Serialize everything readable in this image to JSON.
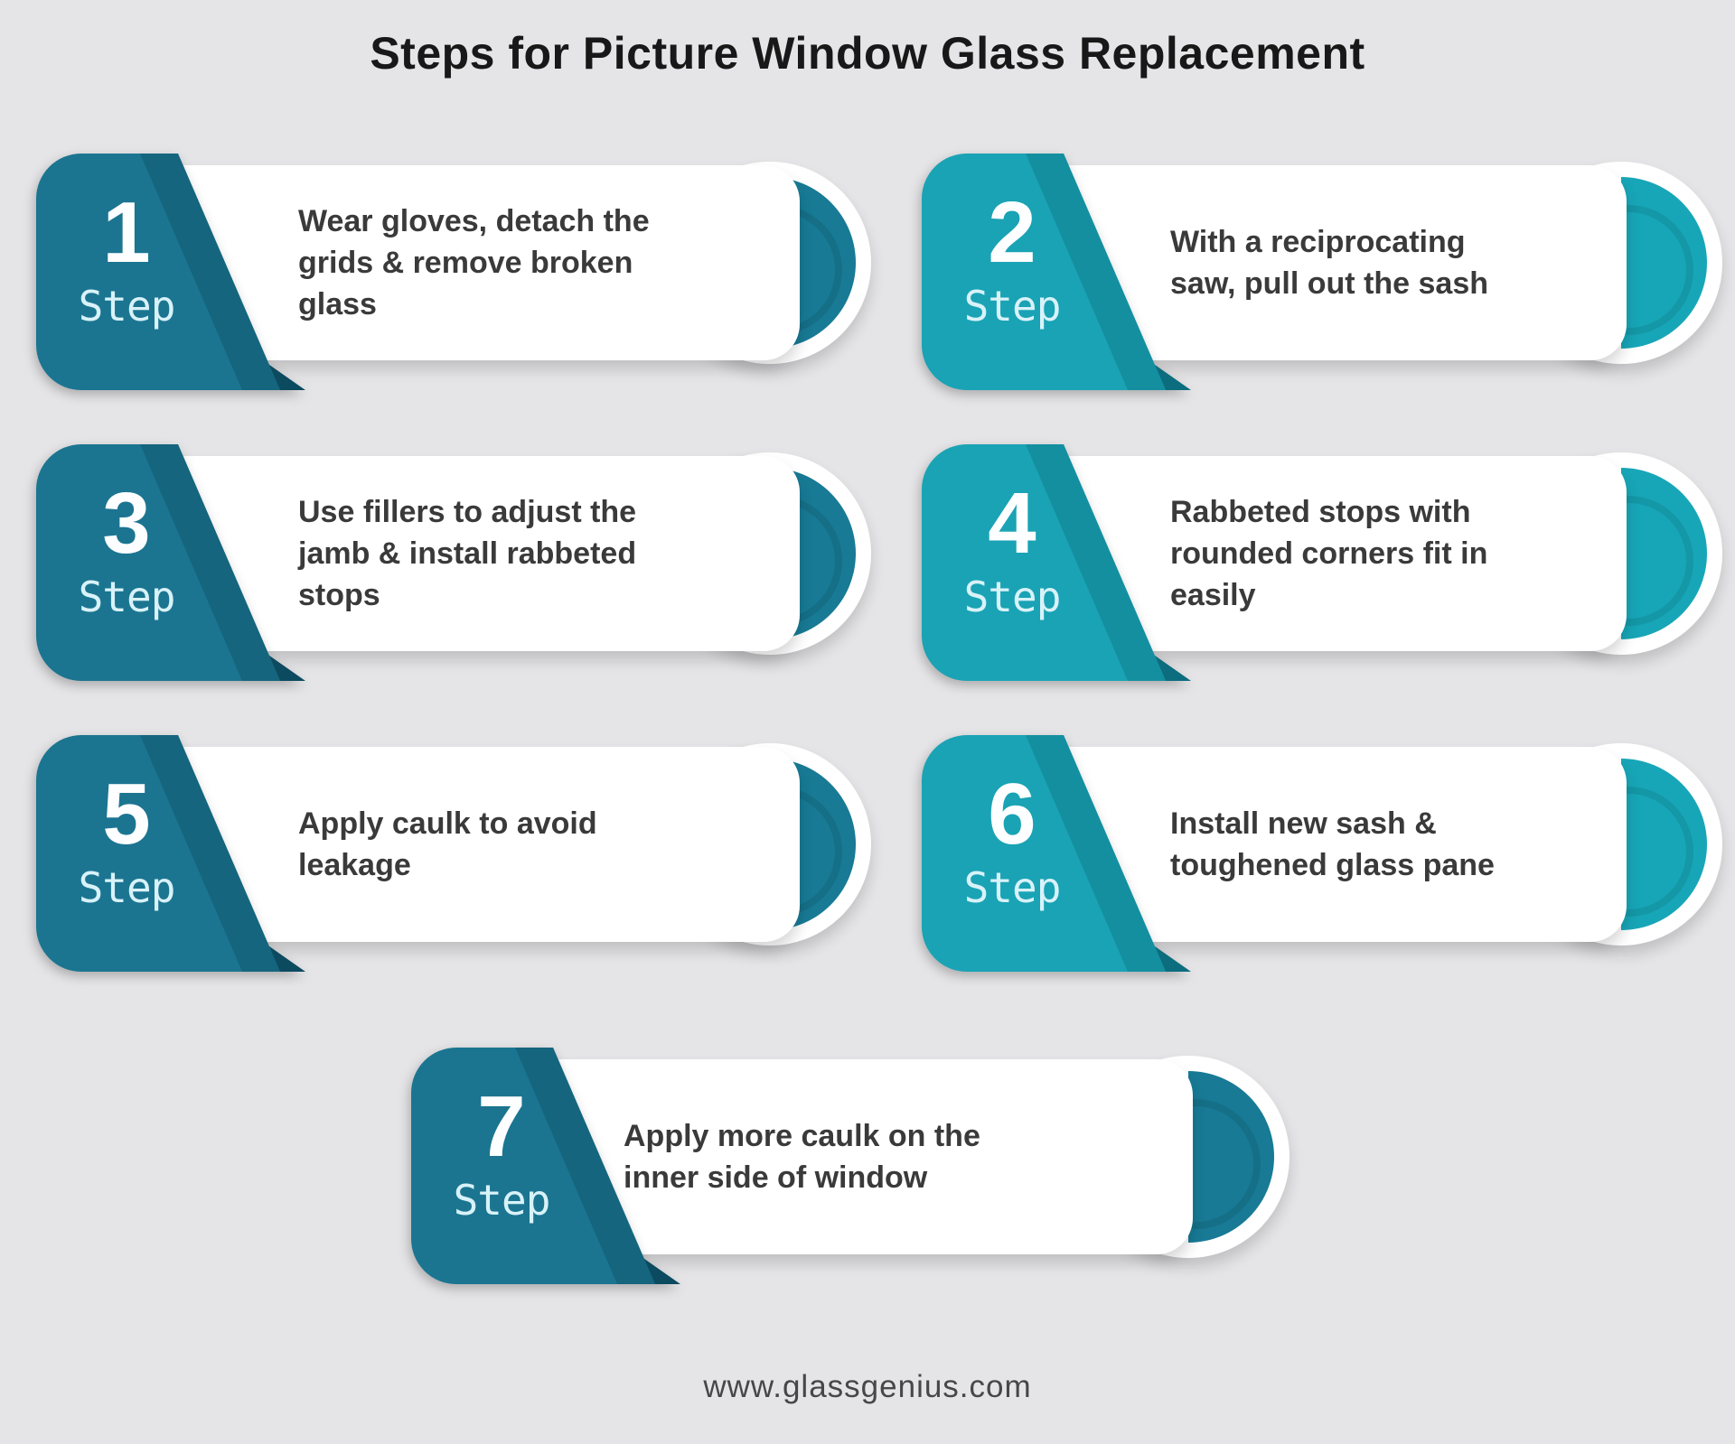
{
  "title": "Steps for Picture Window Glass Replacement",
  "footer": {
    "url": "www.glassgenius.com"
  },
  "colors": {
    "background": "#e5e5e7",
    "dark_teal": "#1b7591",
    "dark_teal_fold": "#0b4a5f",
    "bright_teal": "#19a3b5",
    "bright_teal_fold": "#0c6d7e",
    "card_white": "#ffffff",
    "body_text": "#3a3a3a"
  },
  "steps": [
    {
      "number": "1",
      "label": "Step",
      "variant": "dark",
      "text": "Wear gloves, detach the\ngrids & remove broken\nglass"
    },
    {
      "number": "2",
      "label": "Step",
      "variant": "bright",
      "text": "With a reciprocating\nsaw, pull out the sash"
    },
    {
      "number": "3",
      "label": "Step",
      "variant": "dark",
      "text": "Use fillers to adjust the\njamb & install rabbeted\nstops"
    },
    {
      "number": "4",
      "label": "Step",
      "variant": "bright",
      "text": "Rabbeted stops with\nrounded corners fit in\neasily"
    },
    {
      "number": "5",
      "label": "Step",
      "variant": "dark",
      "text": "Apply caulk to avoid\nleakage"
    },
    {
      "number": "6",
      "label": "Step",
      "variant": "bright",
      "text": "Install new sash &\ntoughened glass pane"
    },
    {
      "number": "7",
      "label": "Step",
      "variant": "dark",
      "text": "Apply more caulk on the\ninner side of window"
    }
  ]
}
